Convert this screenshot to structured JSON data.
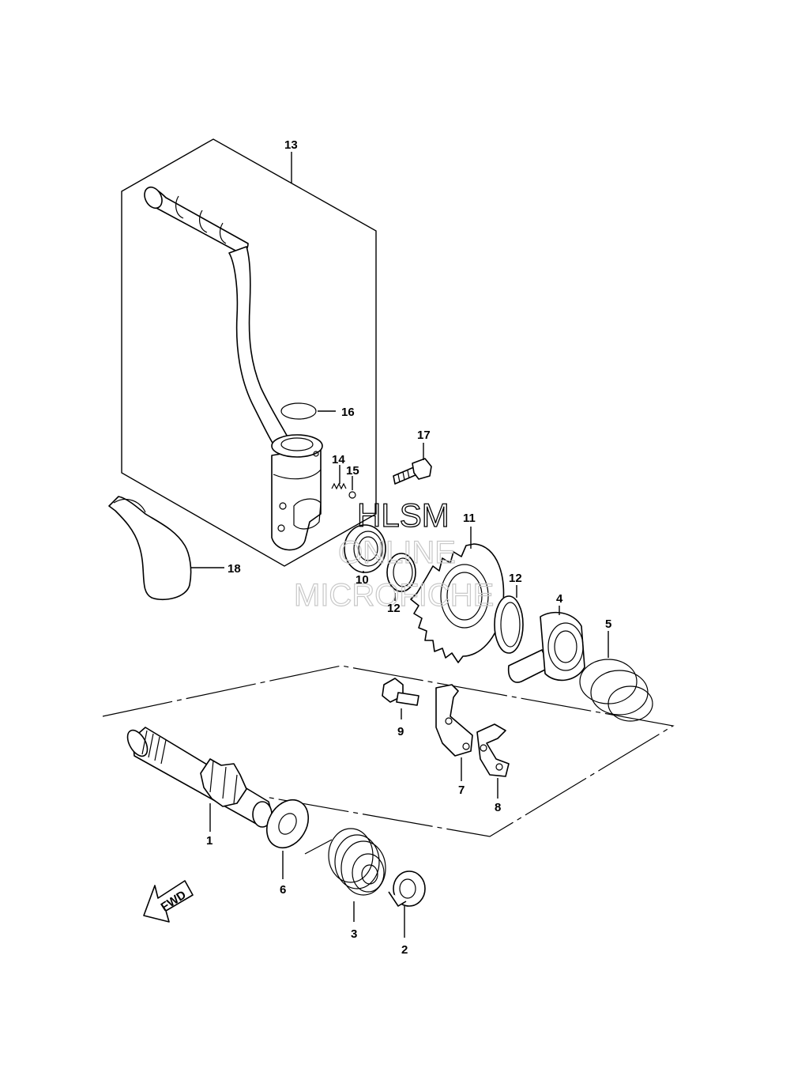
{
  "callouts": {
    "p1": "1",
    "p2": "2",
    "p3": "3",
    "p4": "4",
    "p5": "5",
    "p6": "6",
    "p7": "7",
    "p8": "8",
    "p9": "9",
    "p10": "10",
    "p11": "11",
    "p12a": "12",
    "p12b": "12",
    "p13": "13",
    "p14": "14",
    "p15": "15",
    "p16": "16",
    "p17": "17",
    "p18": "18"
  },
  "fwd_label": "FWD",
  "watermark": {
    "line1": "HLSM",
    "line2": "ONLINE",
    "line3": "MICROFICHE"
  }
}
